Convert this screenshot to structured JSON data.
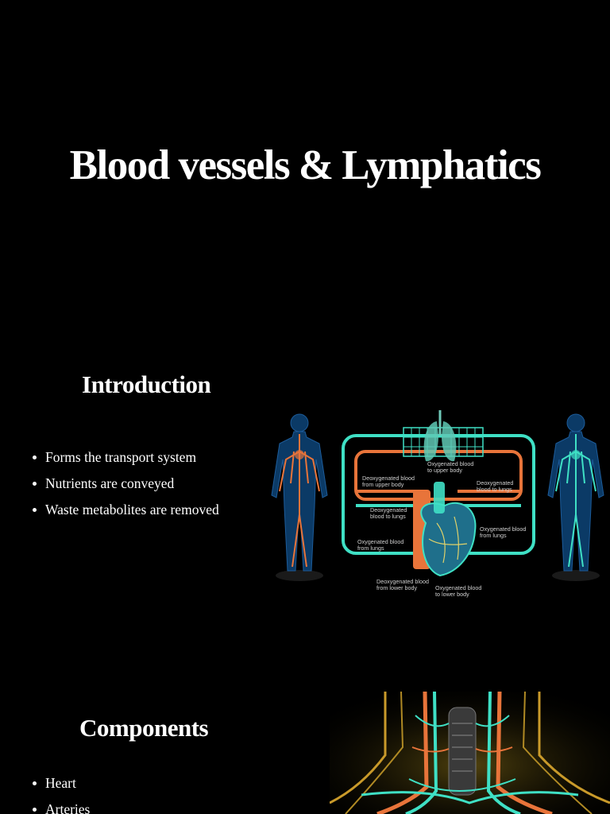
{
  "slide": {
    "title": "Blood vessels & Lymphatics"
  },
  "introduction": {
    "heading": "Introduction",
    "bullets": [
      "Forms the transport system",
      "Nutrients are conveyed",
      "Waste metabolites are removed"
    ],
    "diagram_labels": {
      "oxy_upper": [
        "Oxygenated blood",
        "to upper body"
      ],
      "deoxy_upper": [
        "Deoxygenated blood",
        "from upper body"
      ],
      "deoxy_lungs_right": [
        "Deoxygenated",
        "blood to lungs"
      ],
      "deoxy_lungs_left": [
        "Deoxygenated",
        "blood to lungs"
      ],
      "oxy_lungs_right": [
        "Oxygenated blood",
        "from lungs"
      ],
      "oxy_lungs_left": [
        "Oxygenated blood",
        "from lungs"
      ],
      "deoxy_lower": [
        "Deoxygenated blood",
        "from lower body"
      ],
      "oxy_lower": [
        "Oxygenated blood",
        "to lower body"
      ]
    }
  },
  "components": {
    "heading": "Components",
    "bullets": [
      "Heart",
      "Arteries"
    ]
  },
  "colors": {
    "background": "#000000",
    "text": "#ffffff",
    "oxygenated": "#3fe0c5",
    "deoxygenated": "#e8743a",
    "body_fill": "#0b3a66"
  }
}
